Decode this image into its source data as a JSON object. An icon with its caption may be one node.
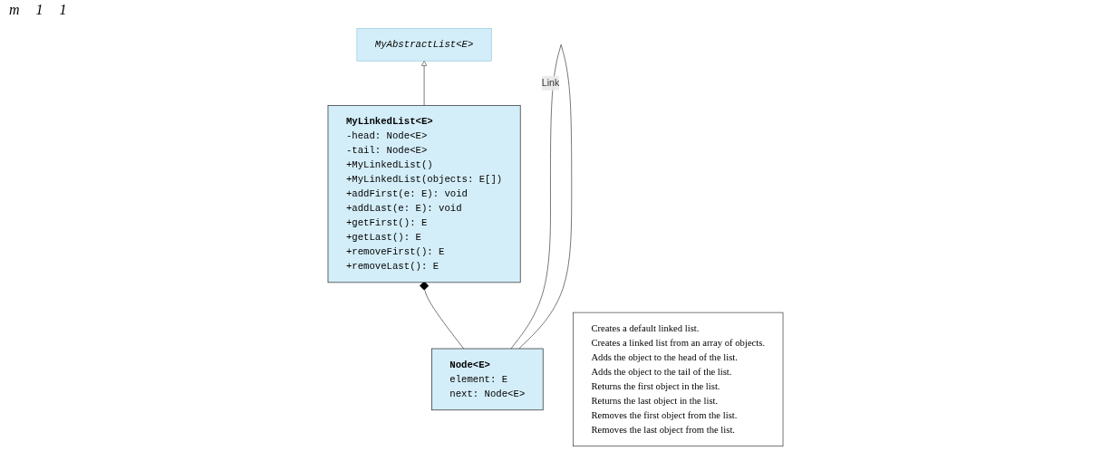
{
  "diagram": {
    "nodes": [
      {
        "text": [
          "MyAbstractList<E>"
        ]
      },
      {
        "text": [
          "Node<E>",
          "element: E",
          "next: Node<E>"
        ]
      },
      {
        "text": [
          "MyLinkedList<E>",
          "-head: Node<E>",
          "-tail: Node<E>",
          "+MyLinkedList()",
          "+MyLinkedList(objects: E[])",
          "+addFirst(e: E): void",
          "+addLast(e: E): void",
          "+getFirst(): E",
          "+getLast(): E",
          "+removeFirst(): E",
          "+removeLast(): E"
        ]
      },
      {
        "text": [
          "Creates a default linked list.",
          "Creates a linked list from an array of objects.",
          "Adds the object to the head of the list.",
          "Adds the object to the tail of the list.",
          "Returns the first object in the list.",
          "Returns the last object in the list.",
          "Removes the first object from the list.",
          "Removes the last object from the list."
        ]
      }
    ],
    "edges": [
      {
        "from": 2,
        "to": 0,
        "arrow": "to"
      },
      {
        "from": 1,
        "to": 2,
        "arrow": "other"
      },
      {
        "from": 1,
        "to": 1,
        "arrow": "none",
        "label": "Link"
      }
    ],
    "labels": [
      "m",
      "1",
      "1"
    ]
  }
}
